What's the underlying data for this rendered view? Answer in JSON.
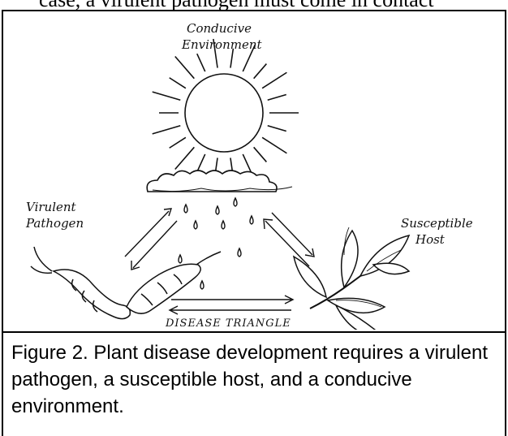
{
  "top_partial_text": "case, a virulent pathogen must come in contact",
  "labels": {
    "environment_line1": "Conducive",
    "environment_line2": "Environment",
    "pathogen_line1": "Virulent",
    "pathogen_line2": "Pathogen",
    "host_line1": "Susceptible",
    "host_line2": "Host",
    "triangle_title": "DISEASE TRIANGLE"
  },
  "caption": "Figure 2.  Plant disease development requires a virulent pathogen, a susceptible host, and a conducive environment.",
  "colors": {
    "ink": "#000000",
    "background": "#ffffff"
  }
}
